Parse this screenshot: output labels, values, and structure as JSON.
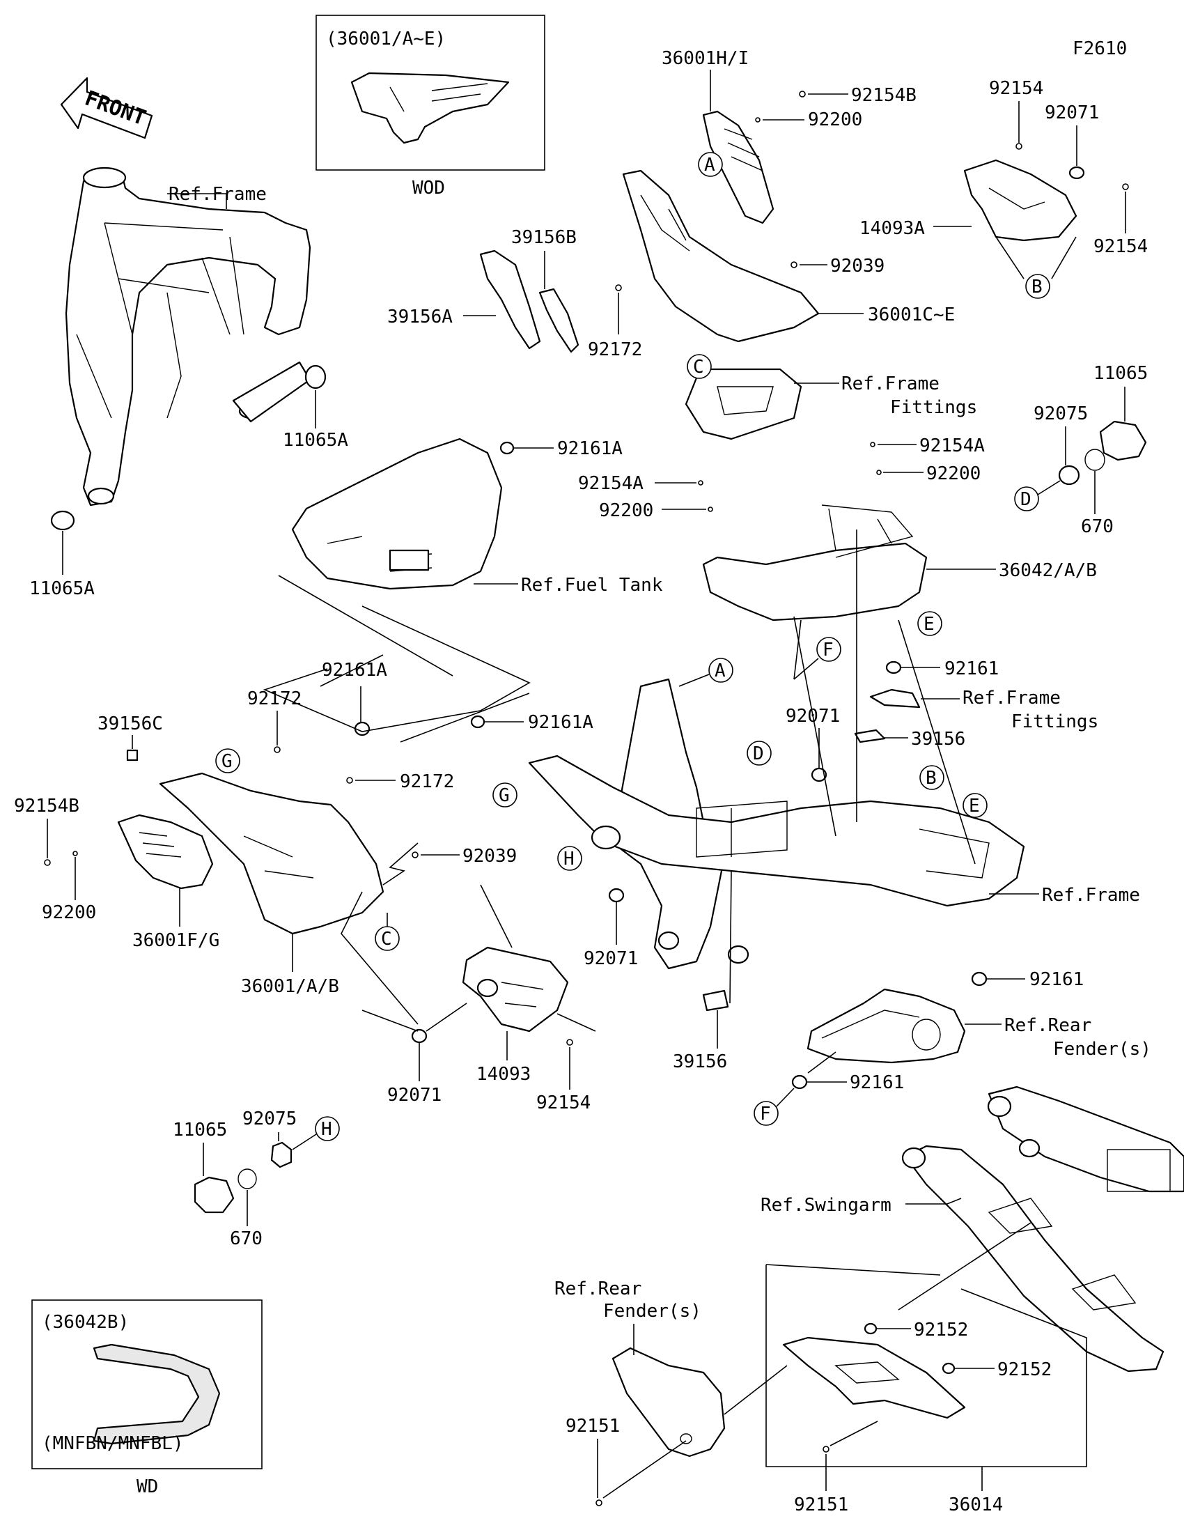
{
  "diagram_code": "F2610",
  "front_arrow": "FRONT",
  "inset_top": {
    "label": "(36001/A~E)",
    "caption": "WOD"
  },
  "inset_bottom": {
    "label": "(36042B)",
    "models": "(MNFBN/MNFBL)",
    "caption": "WD"
  },
  "labels": {
    "ref_frame_top": "Ref.Frame",
    "p11065A_a": "11065A",
    "p11065A_b": "11065A",
    "p36001HI": "36001H/I",
    "p92154B_top": "92154B",
    "p92200_top": "92200",
    "p92154_top": "92154",
    "p92071_top": "92071",
    "p14093A": "14093A",
    "p92154_right": "92154",
    "p39156B": "39156B",
    "p39156A": "39156A",
    "p92172_top": "92172",
    "p92039_top": "92039",
    "p36001CE": "36001C~E",
    "ref_frame_fittings_1a": "Ref.Frame",
    "ref_frame_fittings_1b": "Fittings",
    "p11065_right": "11065",
    "p92075_right": "92075",
    "p670_right": "670",
    "p92161A_top": "92161A",
    "ref_fuel_tank": "Ref.Fuel Tank",
    "p92154A_right": "92154A",
    "p92200_right": "92200",
    "p92154A_left": "92154A",
    "p92200_left": "92200",
    "p36042AB": "36042/A/B",
    "p92161_right": "92161",
    "ref_frame_fittings_2a": "Ref.Frame",
    "ref_frame_fittings_2b": "Fittings",
    "p92161A_mid1": "92161A",
    "p92161A_mid2": "92161A",
    "p92172_left": "92172",
    "p39156C": "39156C",
    "p92172_mid": "92172",
    "p92154B_left": "92154B",
    "p92200_left_low": "92200",
    "p36001FG": "36001F/G",
    "p36001AB": "36001/A/B",
    "p92039_mid": "92039",
    "p92071_mid": "92071",
    "p39156_mid": "39156",
    "ref_frame_mid": "Ref.Frame",
    "p92071_low": "92071",
    "p92071_low2": "92071",
    "p14093": "14093",
    "p92154_low": "92154",
    "p39156_low": "39156",
    "p92161_rf1": "92161",
    "ref_rear_fender_1a": "Ref.Rear",
    "ref_rear_fender_1b": "Fender(s)",
    "p92161_rf2": "92161",
    "p92075_left": "92075",
    "p11065_left": "11065",
    "p670_left": "670",
    "ref_swingarm": "Ref.Swingarm",
    "ref_rear_fender_2a": "Ref.Rear",
    "ref_rear_fender_2b": "Fender(s)",
    "p92152_a": "92152",
    "p92152_b": "92152",
    "p92151_left": "92151",
    "p92151_right": "92151",
    "p36014": "36014"
  },
  "markers": [
    "A",
    "B",
    "C",
    "D",
    "E",
    "F",
    "G",
    "H"
  ]
}
